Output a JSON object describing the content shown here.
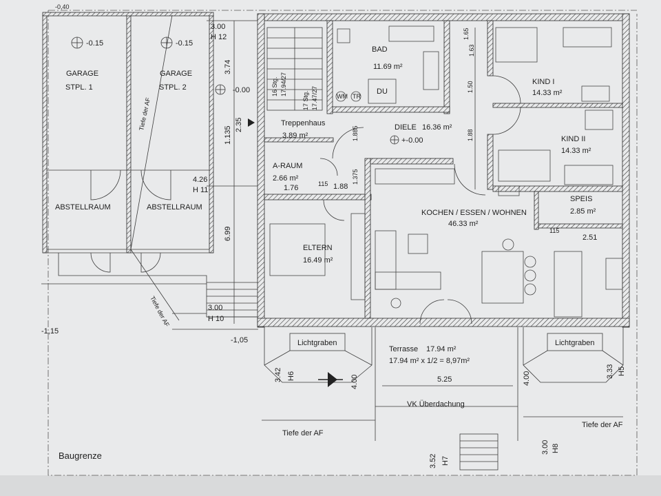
{
  "rooms": {
    "garage1": {
      "name": "GARAGE",
      "sub": "STPL. 1",
      "level": "-0.15"
    },
    "garage2": {
      "name": "GARAGE",
      "sub": "STPL. 2",
      "level": "-0.15"
    },
    "abstell1": {
      "name": "ABSTELLRAUM"
    },
    "abstell2": {
      "name": "ABSTELLRAUM"
    },
    "bad": {
      "name": "BAD",
      "area": "11.69 m²"
    },
    "du": {
      "name": "DU"
    },
    "wm": {
      "name": "WM"
    },
    "tr": {
      "name": "TR"
    },
    "kind1": {
      "name": "KIND I",
      "area": "14.33 m²"
    },
    "kind2": {
      "name": "KIND II",
      "area": "14.33 m²"
    },
    "treppenhaus": {
      "name": "Treppenhaus",
      "area": "3.89 m²"
    },
    "diele": {
      "name": "DIELE",
      "area": "16.36 m²",
      "level": "+-0.00"
    },
    "araum": {
      "name": "A-RAUM",
      "area": "2.66 m²"
    },
    "speis": {
      "name": "SPEIS",
      "area": "2.85 m²"
    },
    "kochen": {
      "name": "KOCHEN / ESSEN / WOHNEN",
      "area": "46.33 m²"
    },
    "eltern": {
      "name": "ELTERN",
      "area": "16.49 m²"
    },
    "terrasse": {
      "name": "Terrasse",
      "area": "17.94 m²",
      "calc": "17.94 m² x 1/2 = 8,97m²"
    },
    "lichtgraben1": {
      "name": "Lichtgraben"
    },
    "lichtgraben2": {
      "name": "Lichtgraben"
    },
    "vk": {
      "name": "VK Überdachung"
    }
  },
  "labels": {
    "baugrenze": "Baugrenze",
    "tiefe_af1": "Tiefe der AF",
    "tiefe_af2": "Tiefe der AF",
    "tiefe_af3": "Tiefe der AF",
    "tiefe_af4": "Tiefe der AF",
    "level_000": "-0.00",
    "level_115": "-1,15",
    "level_105": "-1,05",
    "stairs1": "16 Stg.",
    "stairs1b": "17.94/27",
    "stairs2": "17 Stg.",
    "stairs2b": "17.47/27",
    "top_corner": "-0,40"
  },
  "dims": {
    "d300a": "3.00",
    "h12": "H 12",
    "d374": "3.74",
    "d1135": "1.135",
    "d235": "2.35",
    "d426": "4.26",
    "h11": "H 11",
    "d699": "6.99",
    "d300b": "3.00",
    "h10": "H 10",
    "d165": "1.65",
    "d163": "1.63",
    "d150": "1.50",
    "d188a": "1.88",
    "d188b": "1.88",
    "d188c": "1.885",
    "d137": "1.375",
    "d176": "1.76",
    "d115": "115",
    "d115b": "115",
    "d251": "2.51",
    "d342": "3.42",
    "h6": "H6",
    "d400a": "4.00",
    "d525": "5.25",
    "d400b": "4.00",
    "d333": "3.33",
    "h5": "H5",
    "d352": "3.52",
    "h7": "H7",
    "d300c": "3.00",
    "h8": "H8"
  },
  "colors": {
    "paper": "#e9eaeb",
    "wall": "#6a6b6d",
    "line": "#2a2a2a"
  }
}
